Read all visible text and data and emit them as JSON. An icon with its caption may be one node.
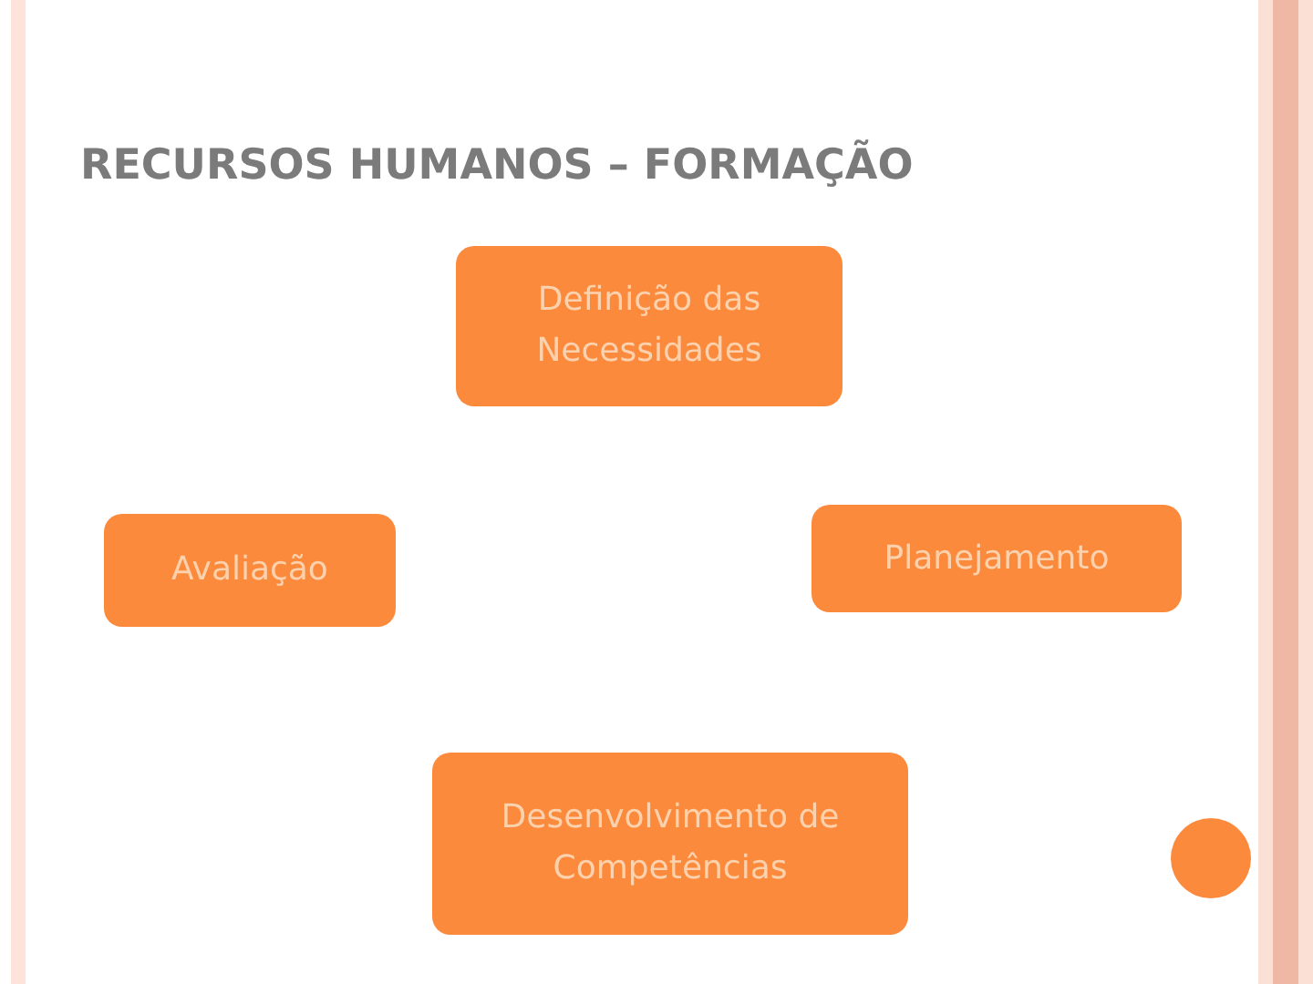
{
  "diagram": {
    "title": "RECURSOS HUMANOS – FORMAÇÃO",
    "nodes": [
      {
        "text": [
          "Definição das Necessidades"
        ]
      },
      {
        "text": [
          "Avaliação"
        ]
      },
      {
        "text": [
          "Planejamento"
        ]
      },
      {
        "text": [
          "Desenvolvimento de Competências"
        ]
      }
    ],
    "edges": []
  }
}
